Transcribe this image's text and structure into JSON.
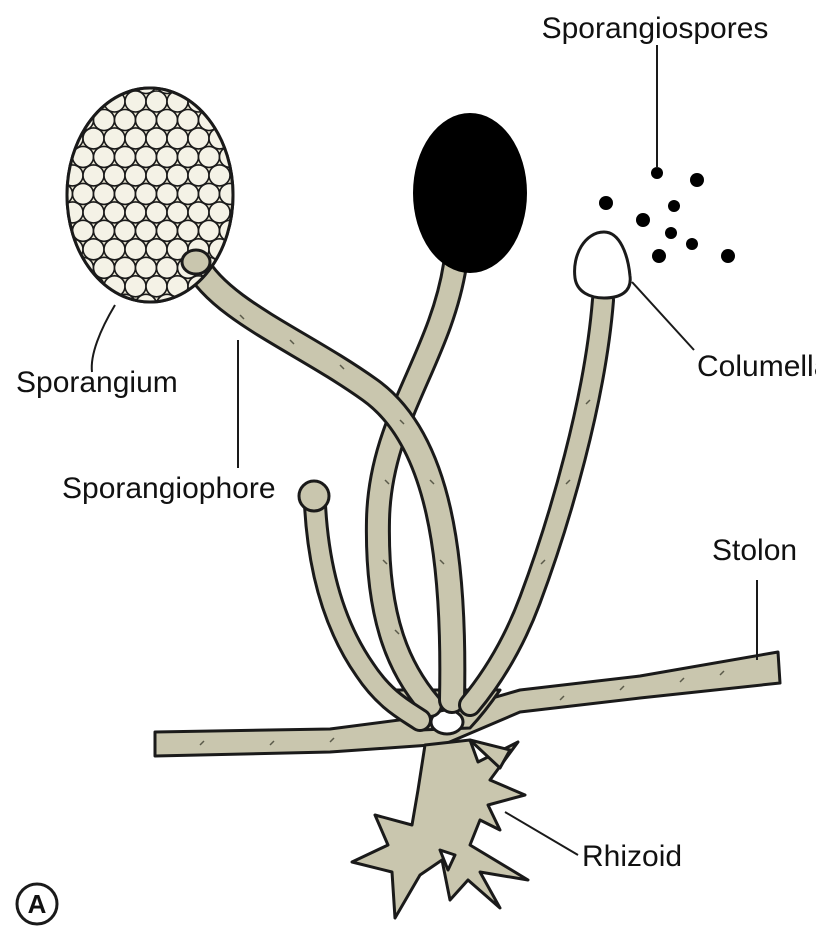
{
  "labels": {
    "sporangiospores": "Sporangiospores",
    "sporangium": "Sporangium",
    "sporangiophore": "Sporangiophore",
    "columella": "Columella",
    "stolon": "Stolon",
    "rhizoid": "Rhizoid"
  },
  "panel_letter": "A",
  "colors": {
    "hypha_fill": "#c9c6ae",
    "outline": "#1a1a1a",
    "spore_dark": "#000000",
    "background": "#ffffff"
  }
}
